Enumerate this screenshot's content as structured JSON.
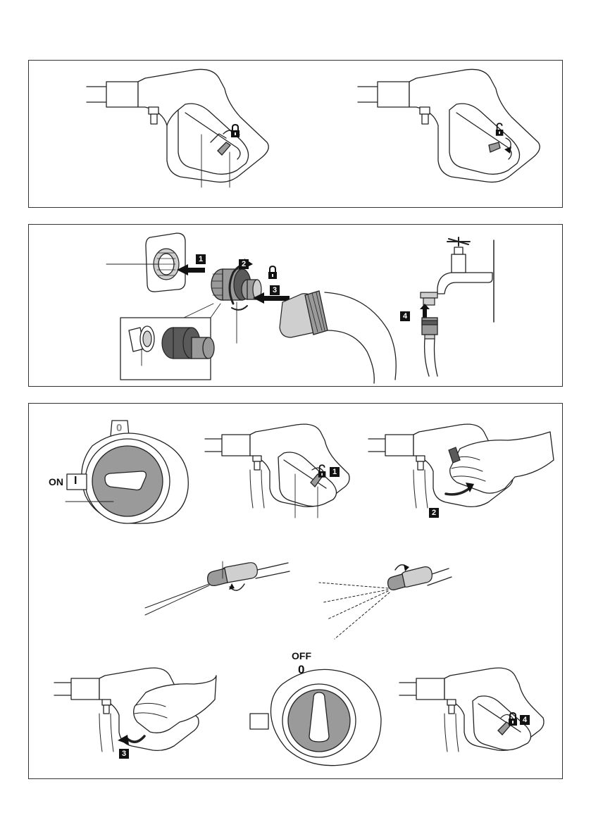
{
  "figure_1": {
    "left_lock_icon": "lock-closed-icon",
    "right_lock_icon": "lock-open-icon"
  },
  "figure_2": {
    "steps": [
      "1",
      "2",
      "3",
      "4"
    ],
    "lock_icon": "lock-closed-icon"
  },
  "figure_3": {
    "switch_on_label": "ON",
    "switch_on_symbol": "I",
    "switch_off_label": "OFF",
    "switch_off_symbol": "0",
    "switch_top_symbol": "0",
    "step_unlock": "1",
    "step_squeeze": "2",
    "step_release": "3",
    "step_lock": "4"
  },
  "colors": {
    "line": "#222222",
    "fill_gray": "#9a9a9a",
    "badge": "#111111"
  }
}
